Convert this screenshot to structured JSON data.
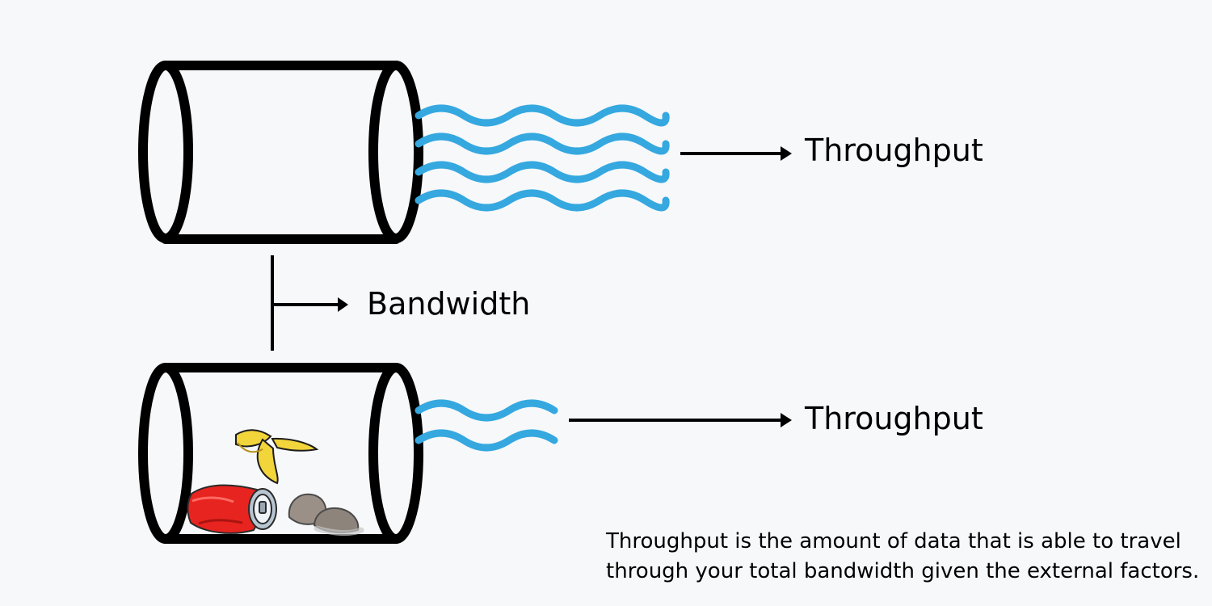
{
  "diagram": {
    "colors": {
      "background": "#f7f8fa",
      "outline": "#000000",
      "water": "#35a8e0"
    },
    "labels": {
      "throughput_top": "Throughput",
      "bandwidth": "Bandwidth",
      "throughput_bottom": "Throughput"
    },
    "caption": "Throughput is the amount of data that is able to travel through your total bandwidth given the external factors.",
    "icons": {
      "top_pipe": "pipe-icon",
      "bottom_pipe": "pipe-icon",
      "water_waves": "water-waves-icon",
      "banana_peel": "banana-peel-icon",
      "soda_can": "soda-can-icon",
      "rocks": "rocks-icon",
      "arrow": "arrow-right-icon",
      "bandwidth_marker": "bandwidth-marker-icon"
    }
  }
}
